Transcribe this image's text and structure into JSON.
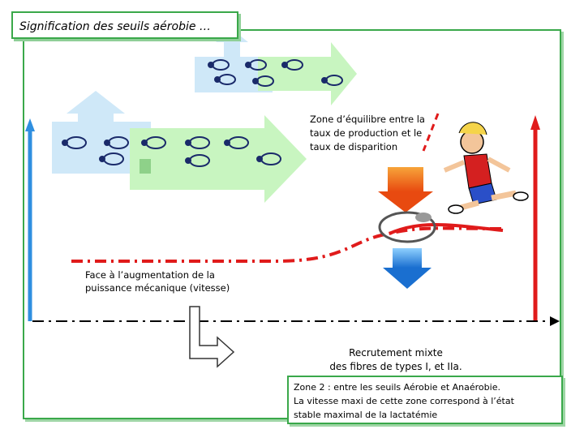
{
  "title": "Signification des seuils aérobie …",
  "zone_equilibre": [
    "Zone d’équilibre entre la",
    "taux de production et le",
    "taux de disparition"
  ],
  "face_augmentation": [
    "Face à l’augmentation de la",
    "puissance mécanique (vitesse)"
  ],
  "recrutement": [
    "Recrutement mixte",
    "des fibres de types I, et IIa."
  ],
  "zone2": [
    "Zone 2 : entre les seuils Aérobie et Anaérobie.",
    "La vitesse maxi de cette zone correspond à l’état",
    "stable maximal de la lactatémie"
  ],
  "colors": {
    "frame": "#3aa84a",
    "blue_axis": "#2f8fe0",
    "red_axis": "#e01b1b",
    "green_arrow": "#c8f5c0",
    "light_blue": "#cfe8f8"
  }
}
